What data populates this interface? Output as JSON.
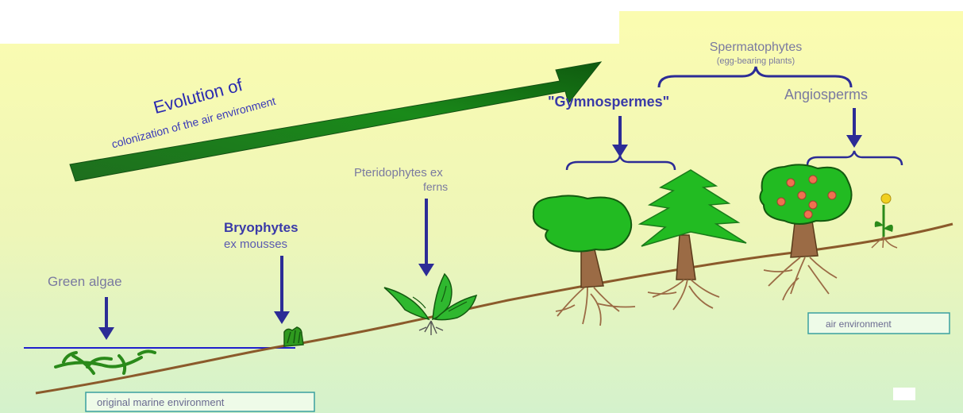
{
  "title": {
    "line1": "Evolution of",
    "line2": "colonization of the air environment"
  },
  "groups": {
    "spermatophytes": "Spermatophytes",
    "spermatophytes_note": "(egg-bearing plants)",
    "gymnosperms": "\"Gymnospermes\"",
    "angiosperms": "Angiosperms"
  },
  "stages": {
    "green_algae": "Green algae",
    "bryophytes": "Bryophytes",
    "bryophytes_note": "ex mousses",
    "pteridophytes": "Pteridophytes ex",
    "pteridophytes_note": "ferns"
  },
  "environments": {
    "marine": "original marine environment",
    "air": "air environment"
  },
  "colors": {
    "label_gray": "#7a7aa0",
    "label_blue": "#3a3aa8",
    "arrow_blue": "#2c2c96",
    "ground": "#8b5a2b",
    "water": "#2020cc",
    "plant_green": "#2f9a1f",
    "leaf_green": "#22bb22",
    "trunk": "#9b6b45",
    "fruit": "#f07050",
    "flower": "#f0d020",
    "box_border": "#3aa0a0"
  }
}
